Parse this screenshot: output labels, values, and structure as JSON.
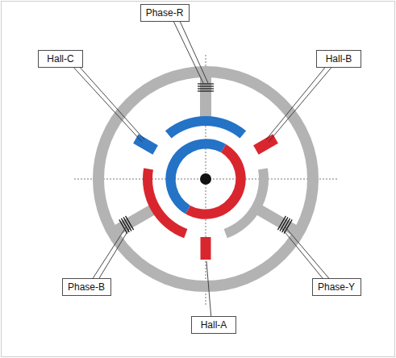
{
  "diagram": {
    "nodes": [
      {
        "text": [
          "Phase-R"
        ]
      },
      {
        "text": [
          "Hall-C"
        ]
      },
      {
        "text": [
          "Hall-B"
        ]
      },
      {
        "text": [
          "Phase-B"
        ]
      },
      {
        "text": [
          "Phase-Y"
        ]
      },
      {
        "text": [
          "Hall-A"
        ]
      }
    ]
  }
}
